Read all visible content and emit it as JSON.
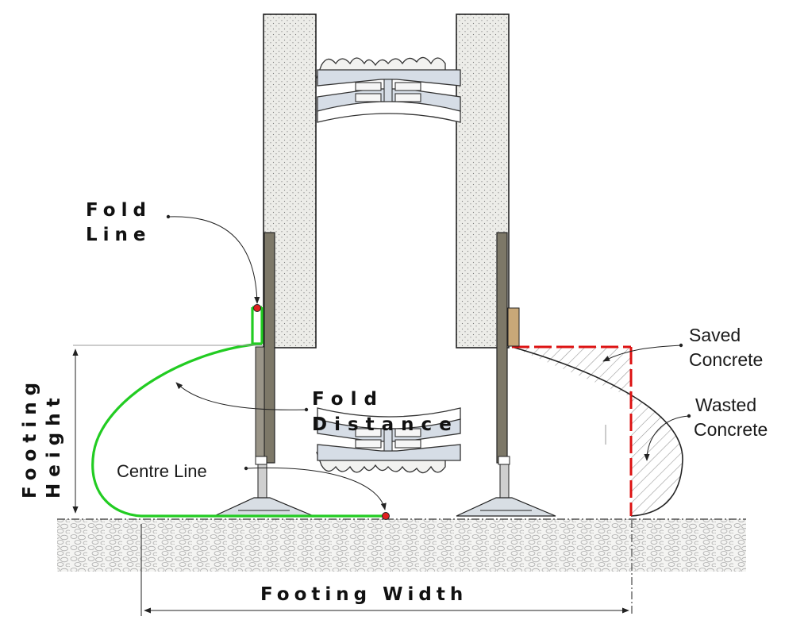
{
  "labels": {
    "fold_line_1": "Fold",
    "fold_line_2": "Line",
    "fold_distance_1": "Fold",
    "fold_distance_2": "Distance",
    "centre_line": "Centre Line",
    "footing_height_1": "Footing",
    "footing_height_2": "Height",
    "footing_width": "Footing Width",
    "saved_concrete_1": "Saved",
    "saved_concrete_2": "Concrete",
    "wasted_concrete_1": "Wasted",
    "wasted_concrete_2": "Concrete"
  },
  "colors": {
    "fold_curve": "#22cc22",
    "saved_edge": "#dd1111",
    "marker": "#e02020",
    "panel_fill": "#e9e9e6",
    "bracket": "#7d7868",
    "web_fill": "#d6dde6",
    "wood": "#c8a878"
  }
}
